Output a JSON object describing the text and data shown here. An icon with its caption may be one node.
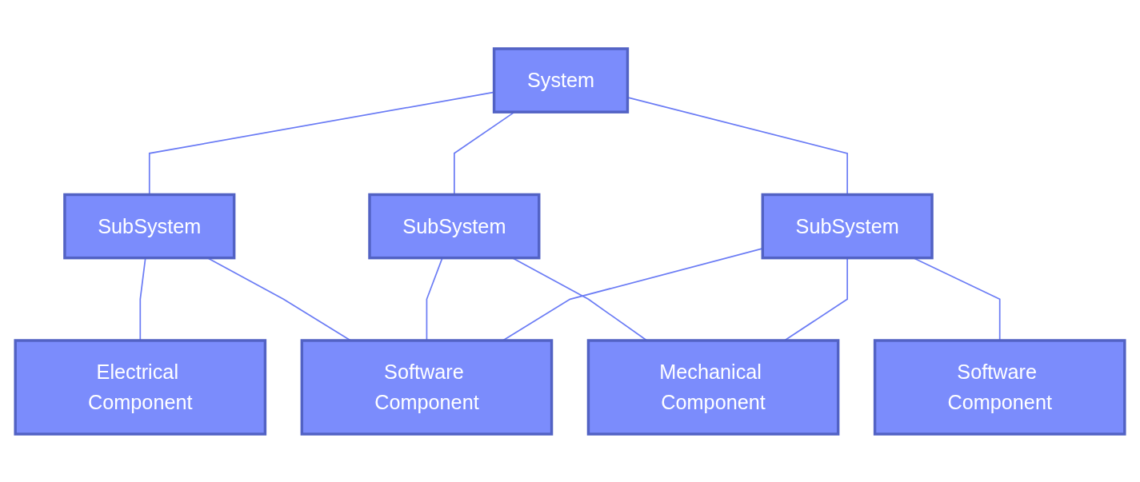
{
  "diagram": {
    "nodes": [
      {
        "text": [
          "System"
        ]
      },
      {
        "text": [
          "SubSystem"
        ]
      },
      {
        "text": [
          "SubSystem"
        ]
      },
      {
        "text": [
          "SubSystem"
        ]
      },
      {
        "text": [
          "Electrical Component"
        ]
      },
      {
        "text": [
          "Software Component"
        ]
      },
      {
        "text": [
          "Mechanical Component"
        ]
      },
      {
        "text": [
          "Software Component"
        ]
      }
    ],
    "edges": [
      {
        "from": 0,
        "to": 1,
        "arrow": "none"
      },
      {
        "from": 0,
        "to": 2,
        "arrow": "none"
      },
      {
        "from": 0,
        "to": 3,
        "arrow": "none"
      },
      {
        "from": 1,
        "to": 4,
        "arrow": "none"
      },
      {
        "from": 1,
        "to": 5,
        "arrow": "none"
      },
      {
        "from": 2,
        "to": 5,
        "arrow": "none"
      },
      {
        "from": 2,
        "to": 6,
        "arrow": "none"
      },
      {
        "from": 3,
        "to": 5,
        "arrow": "none"
      },
      {
        "from": 3,
        "to": 6,
        "arrow": "none"
      },
      {
        "from": 3,
        "to": 7,
        "arrow": "none"
      }
    ]
  }
}
